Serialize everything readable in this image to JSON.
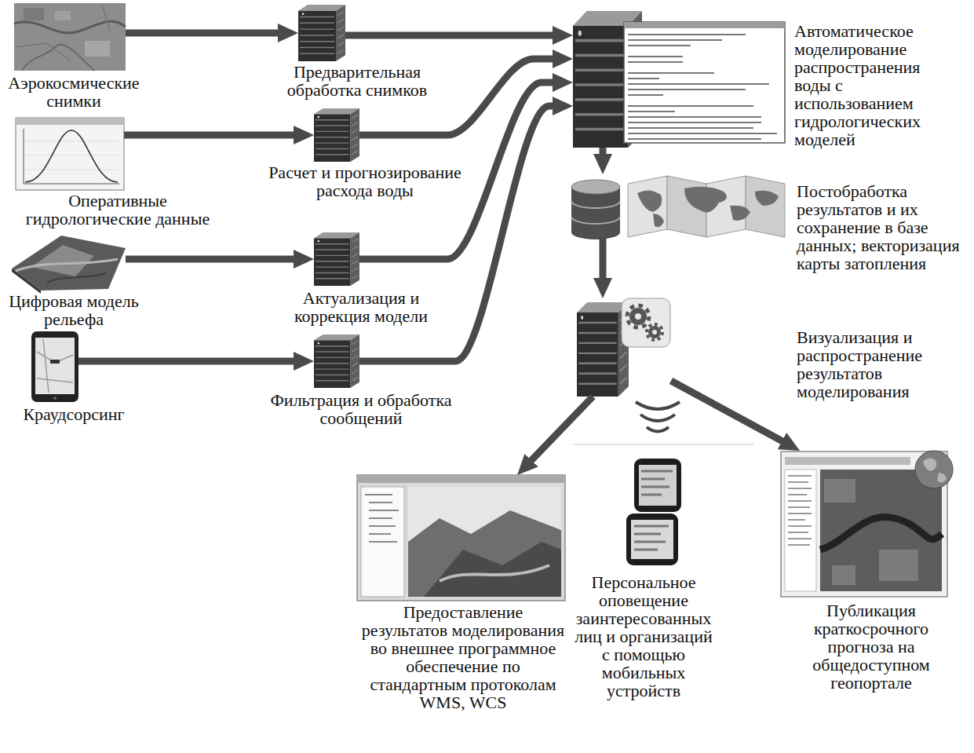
{
  "diagram": {
    "nodes": [
      {
        "text": [
          "Аэрокосмические снимки"
        ]
      },
      {
        "text": [
          "Предварительная обработка снимков"
        ]
      },
      {
        "text": [
          "Автоматическое моделирование распространения воды с использованием гидрологических моделей"
        ]
      },
      {
        "text": [
          "Оперативные гидрологические данные"
        ]
      },
      {
        "text": [
          "Расчет и прогнозирование расхода воды"
        ]
      },
      {
        "text": [
          "Цифровая модель рельефа"
        ]
      },
      {
        "text": [
          "Актуализация и коррекция модели"
        ]
      },
      {
        "text": [
          "Краудсорсинг"
        ]
      },
      {
        "text": [
          "Фильтрация и обработка сообщений"
        ]
      },
      {
        "text": [
          "Постобработка результатов и их сохранение в базе данных; векторизация карты затопления"
        ]
      },
      {
        "text": [
          "Визуализация и распространение результатов моделирования"
        ]
      },
      {
        "text": [
          "Предоставление результатов моделирования во внешнее программное обеспечение по стандартным протоколам WMS, WCS"
        ]
      },
      {
        "text": [
          "Персональное оповещение заинтересованных лиц и организаций с помощью мобильных устройств"
        ]
      },
      {
        "text": [
          "Публикация краткосрочного прогноза на общедоступном геопортале"
        ]
      }
    ],
    "edges": [
      {
        "from": 0,
        "to": 1,
        "arrow": "to"
      },
      {
        "from": 1,
        "to": 2,
        "arrow": "to"
      },
      {
        "from": 3,
        "to": 4,
        "arrow": "to"
      },
      {
        "from": 4,
        "to": 2,
        "arrow": "to"
      },
      {
        "from": 5,
        "to": 6,
        "arrow": "to"
      },
      {
        "from": 6,
        "to": 2,
        "arrow": "to"
      },
      {
        "from": 7,
        "to": 8,
        "arrow": "to"
      },
      {
        "from": 8,
        "to": 2,
        "arrow": "to"
      },
      {
        "from": 2,
        "to": 9,
        "arrow": "to"
      },
      {
        "from": 9,
        "to": 10,
        "arrow": "to"
      },
      {
        "from": 10,
        "to": 11,
        "arrow": "to"
      },
      {
        "from": 10,
        "to": 13,
        "arrow": "to"
      }
    ]
  }
}
